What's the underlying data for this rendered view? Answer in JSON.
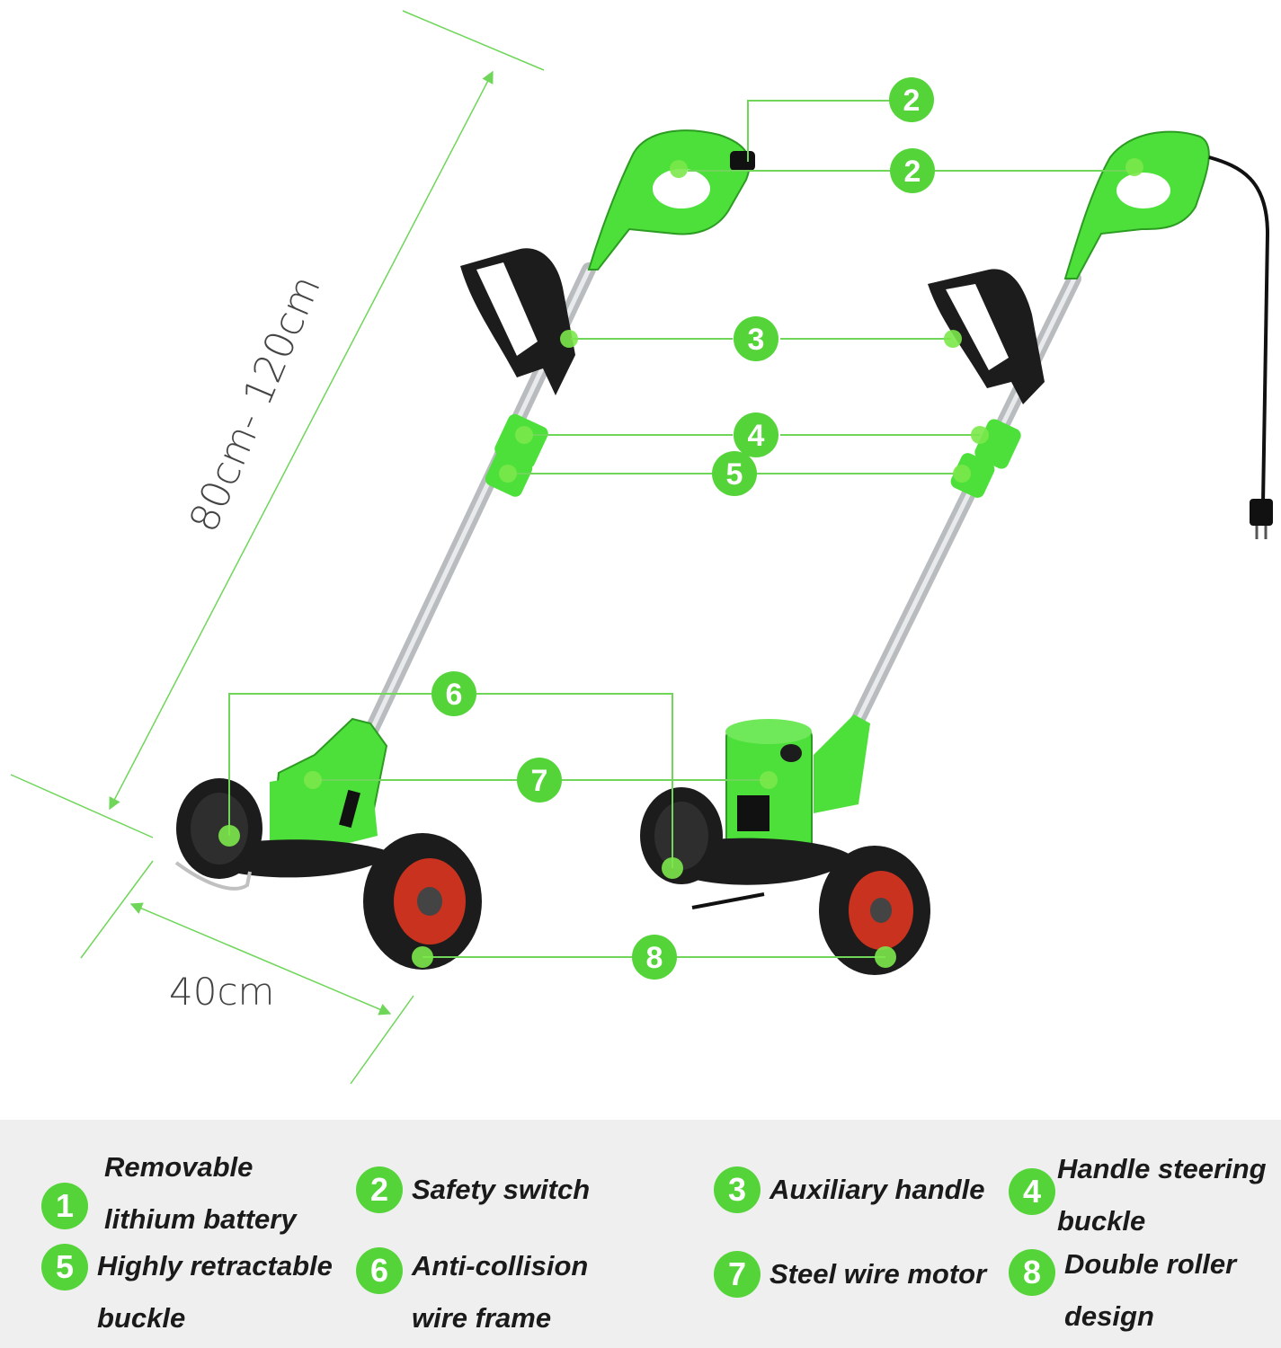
{
  "dimensions": {
    "height_label": "80cm- 120cm",
    "width_label": "40cm"
  },
  "callouts": [
    "2",
    "2",
    "3",
    "4",
    "5",
    "6",
    "7",
    "8"
  ],
  "legend": [
    {
      "number": "1",
      "label": "Removable\nlithium battery"
    },
    {
      "number": "2",
      "label": "Safety switch"
    },
    {
      "number": "3",
      "label": "Auxiliary handle"
    },
    {
      "number": "4",
      "label": "Handle steering\nbuckle"
    },
    {
      "number": "5",
      "label": "Highly retractable\nbuckle"
    },
    {
      "number": "6",
      "label": "Anti-collision\nwire frame"
    },
    {
      "number": "7",
      "label": "Steel wire motor"
    },
    {
      "number": "8",
      "label": "Double roller\ndesign"
    }
  ],
  "colors": {
    "accent_green": "#55d43a",
    "product_green": "#4de03a",
    "wheel_red": "#c8321e",
    "panel_bg": "#efefef"
  },
  "icons": [
    "dimension-arrow-icon",
    "callout-marker-icon"
  ]
}
